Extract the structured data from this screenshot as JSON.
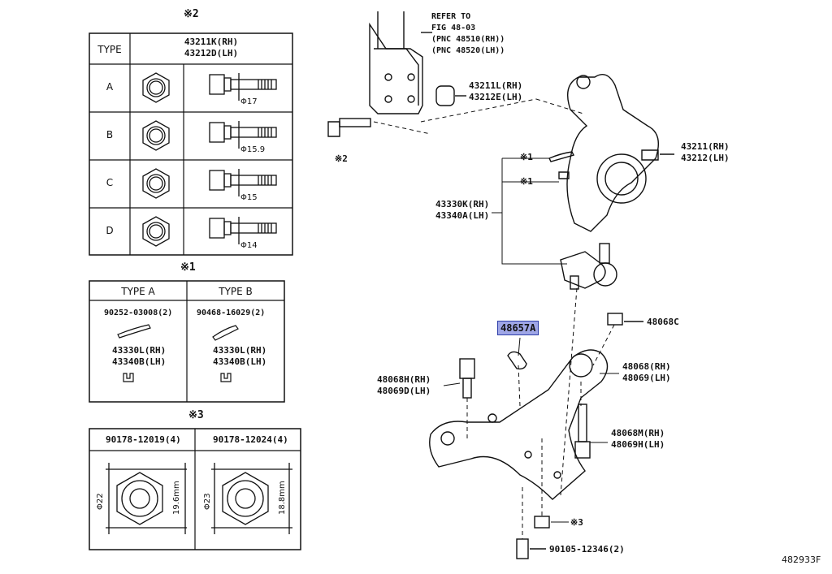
{
  "table_bolt": {
    "mark": "※2",
    "type_header": "TYPE",
    "part_rh": "43211K(RH)",
    "part_lh": "43212D(LH)",
    "rows": [
      {
        "type": "A",
        "dia": "Φ17"
      },
      {
        "type": "B",
        "dia": "Φ15.9"
      },
      {
        "type": "C",
        "dia": "Φ15"
      },
      {
        "type": "D",
        "dia": "Φ14"
      }
    ]
  },
  "table_nut": {
    "mark": "※1",
    "col_a": "TYPE A",
    "col_b": "TYPE B",
    "a_pin": "90252-03008(2)",
    "b_pin": "90468-16029(2)",
    "a_rh": "43330L(RH)",
    "a_lh": "43340B(LH)",
    "b_rh": "43330L(RH)",
    "b_lh": "43340B(LH)"
  },
  "table_hex": {
    "mark": "※3",
    "col_a": "90178-12019(4)",
    "col_b": "90178-12024(4)",
    "a_dia": "Φ22",
    "a_h": "19.6mm",
    "b_dia": "Φ23",
    "b_h": "18.8mm"
  },
  "callouts": {
    "refer1": "REFER TO",
    "refer2": "FIG 48-03",
    "refer3": "(PNC 48510(RH))",
    "refer4": "(PNC 48520(LH))",
    "bush_rh": "43211L(RH)",
    "bush_lh": "43212E(LH)",
    "knuckle_rh": "43211(RH)",
    "knuckle_lh": "43212(LH)",
    "bolt_mark": "※2",
    "pin_mark": "※1",
    "nut_mark": "※1",
    "balljoint_rh": "43330K(RH)",
    "balljoint_lh": "43340A(LH)",
    "bushing_sel": "48657A",
    "nut_c": "48068C",
    "arm_rh": "48068(RH)",
    "arm_lh": "48069(LH)",
    "boltH_rh": "48068H(RH)",
    "boltH_lh": "48069D(LH)",
    "boltM_rh": "48068M(RH)",
    "boltM_lh": "48069H(LH)",
    "hex_mark": "※3",
    "bottom_bolt": "90105-12346(2)",
    "fig_no": "482933F"
  }
}
